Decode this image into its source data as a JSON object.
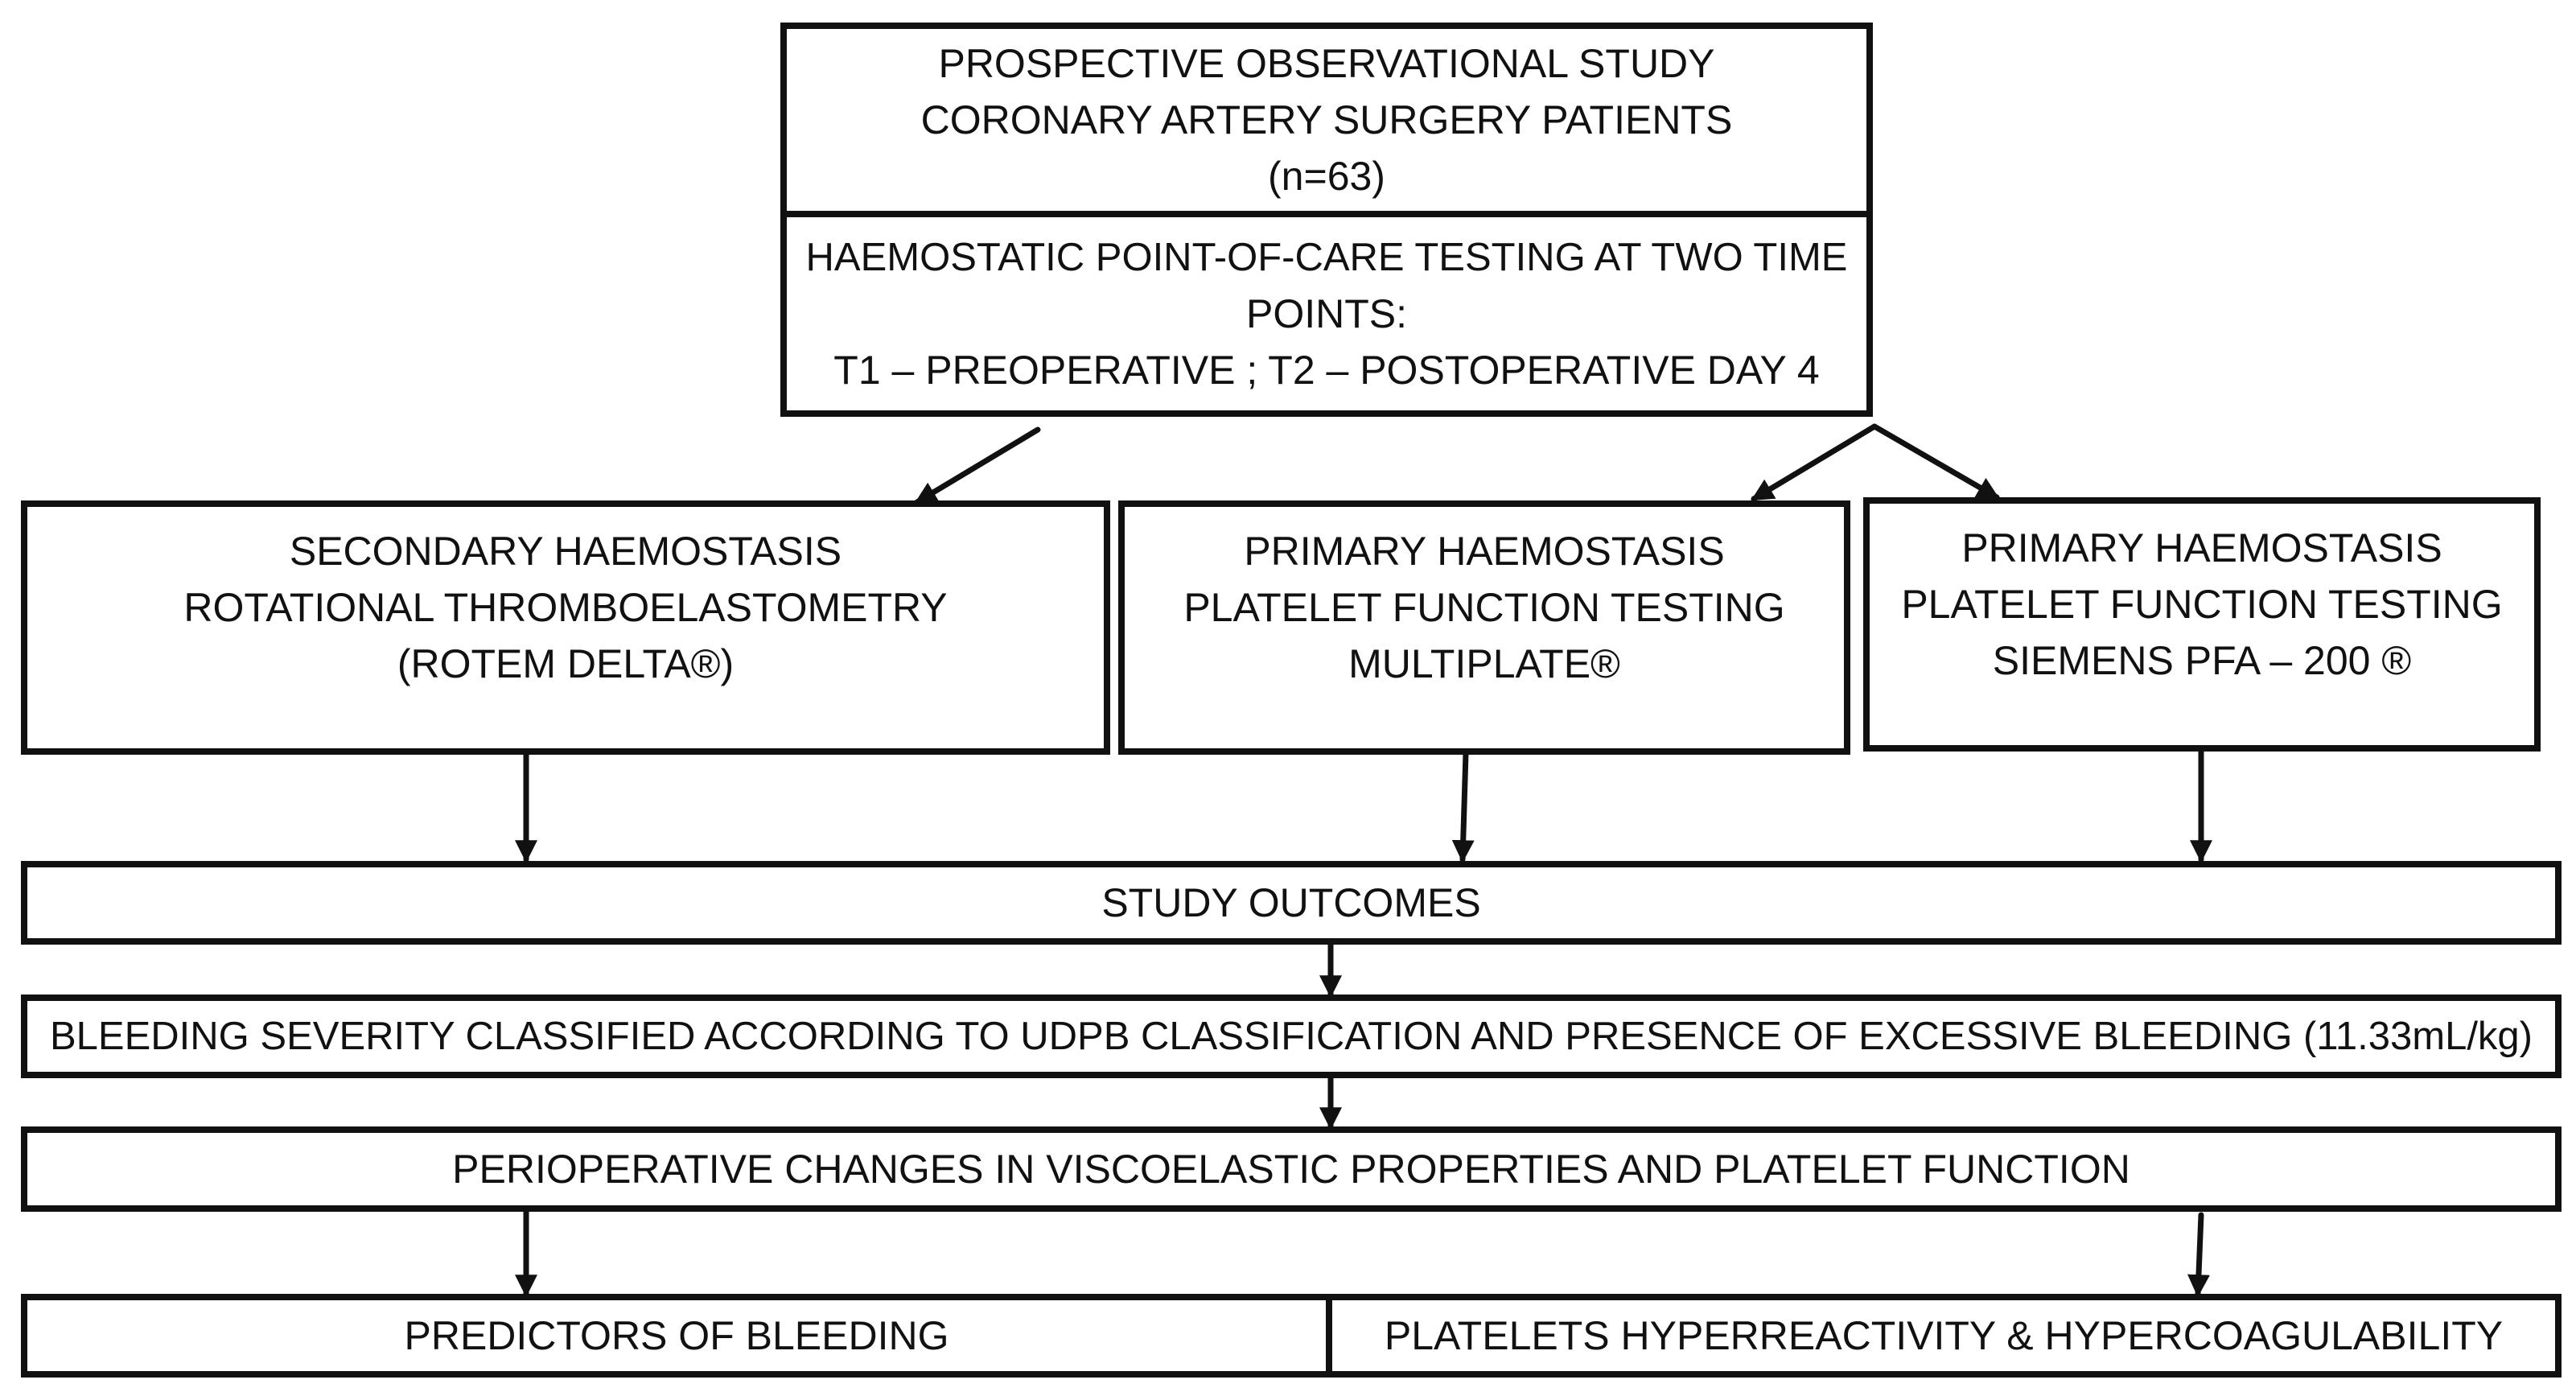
{
  "study": {
    "lines": [
      "PROSPECTIVE OBSERVATIONAL STUDY",
      "CORONARY ARTERY SURGERY PATIENTS",
      "(n=63)"
    ]
  },
  "poc": {
    "lines": [
      "HAEMOSTATIC POINT-OF-CARE TESTING AT TWO TIME",
      "POINTS:",
      "T1 – PREOPERATIVE ; T2 – POSTOPERATIVE DAY 4"
    ]
  },
  "rotem": {
    "lines": [
      "SECONDARY HAEMOSTASIS",
      "ROTATIONAL THROMBOELASTOMETRY",
      "(ROTEM DELTA®)"
    ]
  },
  "multiplate": {
    "lines": [
      "PRIMARY HAEMOSTASIS",
      "PLATELET FUNCTION TESTING",
      "MULTIPLATE®"
    ]
  },
  "pfa": {
    "lines": [
      "PRIMARY HAEMOSTASIS",
      "PLATELET FUNCTION TESTING",
      "SIEMENS PFA – 200 ®"
    ]
  },
  "outcomes": {
    "label": "STUDY OUTCOMES"
  },
  "bleeding": {
    "label": "BLEEDING SEVERITY CLASSIFIED ACCORDING TO UDPB CLASSIFICATION AND PRESENCE OF EXCESSIVE BLEEDING (11.33mL/kg)"
  },
  "changes": {
    "label": "PERIOPERATIVE CHANGES IN VISCOELASTIC PROPERTIES AND PLATELET FUNCTION"
  },
  "predictors": {
    "label": "PREDICTORS OF BLEEDING"
  },
  "hyper": {
    "label": "PLATELETS HYPERREACTIVITY & HYPERCOAGULABILITY"
  }
}
